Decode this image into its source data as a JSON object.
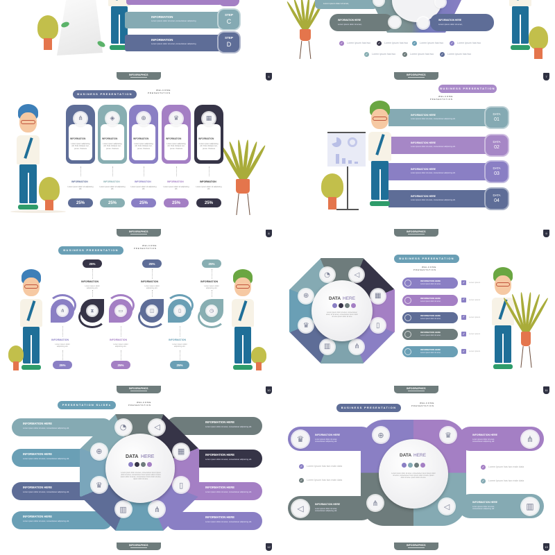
{
  "colors": {
    "slate": "#5e6d97",
    "teal": "#88aeb2",
    "violet": "#8a7fc4",
    "lilac": "#a47fc4",
    "dark": "#363447",
    "gray": "#6e7c7c",
    "blue": "#6a9fb5",
    "footer": "#6e7c7c"
  },
  "common": {
    "footer_tab": "INFOGRAPHICS",
    "business_presentation": "BUSINESS PRESENTATION",
    "presentation_slides": "PRESENTATION SLIDEs",
    "welcome": "W E L C O M E",
    "presentation": "P R E S E N T A T I O N",
    "information": "INFORMATION",
    "information_here": "INFORMATION HERE",
    "data_bold": "DATA",
    "data_light": "HERE"
  },
  "slide6": {
    "page": "6",
    "bars": [
      {
        "label": "INFORMATION",
        "text": "Lorem ipsum dolor sit amet, consectetuer adipiscing",
        "step": "STEP",
        "letter": "C"
      },
      {
        "label": "INFORMATION",
        "text": "Lorem ipsum dolor sit amet, consectetuer adipiscing",
        "step": "STEP",
        "letter": "D"
      }
    ]
  },
  "slide7": {
    "page": "7",
    "top_bar_text": "Lorem ipsum dolor sit amet,",
    "bars": [
      {
        "label": "INFORMATION HERE",
        "text": "Lorem ipsum dolor sit amet,"
      },
      {
        "label": "INFORMATION HERE",
        "text": "Lorem ipsum dolor sit amet,"
      }
    ],
    "checks": [
      "Lorem ipsum has two",
      "Lorem ipsum has two",
      "Lorem ipsum has two",
      "Lorem ipsum has two",
      "Lorem ipsum has two",
      "Lorem ipsum has two",
      "Lorem ipsum has two"
    ]
  },
  "slide8": {
    "page": "8",
    "cards": [
      {
        "icon": "org-chart",
        "glyph": "⋔",
        "title": "INFORMATION",
        "text": "Lorem ipsum adipiscing elit. Duis tristique nec, purus. Vivamus",
        "label": "INFORMATION",
        "sub": "Lorem ipsum dolor sit adipiscing elit.",
        "value": "25%"
      },
      {
        "icon": "box",
        "glyph": "◈",
        "title": "INFORMATION",
        "text": "Lorem ipsum adipiscing elit. Duis tristique nec, purus. Vivamus",
        "label": "INFORMATION",
        "sub": "Lorem ipsum dolor sit adipiscing elit.",
        "value": "25%"
      },
      {
        "icon": "globe",
        "glyph": "⊕",
        "title": "INFORMATION",
        "text": "Lorem ipsum adipiscing elit. Duis tristique nec, purus. Vivamus",
        "label": "INFORMATION",
        "sub": "Lorem ipsum dolor sit adipiscing elit.",
        "value": "25%"
      },
      {
        "icon": "trophy",
        "glyph": "♛",
        "title": "INFORMATION",
        "text": "Lorem ipsum adipiscing elit. Duis tristique nec, purus. Vivamus",
        "label": "INFORMATION",
        "sub": "Lorem ipsum dolor sit adipiscing elit.",
        "value": "25%"
      },
      {
        "icon": "calculator",
        "glyph": "▦",
        "title": "INFORMATION",
        "text": "Lorem ipsum adipiscing elit. Duis tristique nec, purus. Vivamus",
        "label": "INFORMATION",
        "sub": "Lorem ipsum dolor sit adipiscing elit.",
        "value": "25%"
      }
    ]
  },
  "slide9": {
    "page": "9",
    "rows": [
      {
        "label": "INFORMATION HERE",
        "text": "Lorem ipsum dolor sit amet, consectetuer adipiscing elit.",
        "data": "DATA",
        "num": "01"
      },
      {
        "label": "INFORMATION HERE",
        "text": "Lorem ipsum dolor sit amet, consectetuer adipiscing elit.",
        "data": "DATA",
        "num": "02"
      },
      {
        "label": "INFORMATION HERE",
        "text": "Lorem ipsum dolor sit amet, consectetuer adipiscing elit.",
        "data": "DATA",
        "num": "03"
      },
      {
        "label": "INFORMATION HERE",
        "text": "Lorem ipsum dolor sit amet, consectetuer adipiscing elit.",
        "data": "DATA",
        "num": "04"
      }
    ]
  },
  "slide10": {
    "page": "10",
    "steps": [
      {
        "icon": "org-chart",
        "glyph": "⋔",
        "label": "INFORMATION",
        "text": "Lorem ipsum dolor adipiscing elit.",
        "value": "25%"
      },
      {
        "icon": "hourglass",
        "glyph": "⧗",
        "label": "INFORMATION",
        "text": "Lorem ipsum dolor adipiscing elit.",
        "value": "25%"
      },
      {
        "icon": "presentation",
        "glyph": "▭",
        "label": "INFORMATION",
        "text": "Lorem ipsum dolor adipiscing elit.",
        "value": "25%"
      },
      {
        "icon": "briefcase",
        "glyph": "◫",
        "label": "INFORMATION",
        "text": "Lorem ipsum dolor adipiscing elit.",
        "value": "25%"
      },
      {
        "icon": "cup",
        "glyph": "▯",
        "label": "INFORMATION",
        "text": "Lorem ipsum dolor adipiscing elit.",
        "value": "25%"
      },
      {
        "icon": "clock",
        "glyph": "◷",
        "label": "INFORMATION",
        "text": "Lorem ipsum dolor adipiscing elit.",
        "value": "25%"
      }
    ]
  },
  "slide11": {
    "page": "11",
    "center_text": "Lorem ipsum dolor sit amet, consectetuer amet, sit sit amet, consectetuer lorem dolor sit ame ipsum dolor sit ame",
    "icons": [
      {
        "icon": "pie-chart",
        "glyph": "◔"
      },
      {
        "icon": "megaphone",
        "glyph": "◁"
      },
      {
        "icon": "calendar",
        "glyph": "▦"
      },
      {
        "icon": "tablet",
        "glyph": "▯"
      },
      {
        "icon": "org-chart",
        "glyph": "⋔"
      },
      {
        "icon": "bar-chart",
        "glyph": "▥"
      },
      {
        "icon": "trophy",
        "glyph": "♛"
      },
      {
        "icon": "globe",
        "glyph": "⊕"
      }
    ],
    "rows": [
      {
        "label": "INFORMATION HERE",
        "text": "Lorem ipsum dolor sit amet,",
        "check": "Lorem ipsum"
      },
      {
        "label": "INFORMATION HERE",
        "text": "Lorem ipsum dolor sit amet,",
        "check": "Lorem ipsum"
      },
      {
        "label": "INFORMATION HERE",
        "text": "Lorem ipsum dolor sit amet,",
        "check": "Lorem ipsum"
      },
      {
        "label": "INFORMATION HERE",
        "text": "Lorem ipsum dolor sit amet,",
        "check": "Lorem ipsum"
      },
      {
        "label": "INFORMATION HERE",
        "text": "Lorem ipsum dolor sit amet,",
        "check": "Lorem ipsum"
      }
    ]
  },
  "slide12": {
    "page": "12",
    "center_text": "Lorem ipsum dolor sit amet, consectetuer lorem ipsum dolor sit amet, consectetuer lorem ipsum dolor sit ame ipsum dolor sit amet, consectetuer lorem dolor sit ame, ipsum dolor sit ame.",
    "bars": [
      {
        "label": "INFORMATION HERE",
        "text": "Lorem ipsum dolor sit amet, consectetuer adipiscing elit."
      },
      {
        "label": "INFORMATION HERE",
        "text": "Lorem ipsum dolor sit amet, consectetuer adipiscing elit."
      },
      {
        "label": "INFORMATION HERE",
        "text": "Lorem ipsum dolor sit amet, consectetuer adipiscing elit."
      },
      {
        "label": "INFORMATION HERE",
        "text": "Lorem ipsum dolor sit amet, consectetuer adipiscing elit."
      },
      {
        "label": "INFORMATION HERE",
        "text": "Lorem ipsum dolor sit amet, consectetuer adipiscing elit."
      },
      {
        "label": "INFORMATION HERE",
        "text": "Lorem ipsum dolor sit amet, consectetuer adipiscing elit."
      },
      {
        "label": "INFORMATION HERE",
        "text": "Lorem ipsum dolor sit amet, consectetuer adipiscing elit."
      },
      {
        "label": "INFORMATION HERE",
        "text": "Lorem ipsum dolor sit amet, consectetuer adipiscing elit."
      }
    ]
  },
  "slide13": {
    "page": "13",
    "center_text": "Lorem ipsum dolor sit amet, consectetuer lorem ipsum dolor sit amet, consectetuer lorem ipsum dolor sit ame. Ipsum dolor sit ame. ipsum dolor sit ame.",
    "bars": [
      {
        "icon": "trophy",
        "glyph": "♛",
        "label": "INFORMATION HERE",
        "text": "Lorem ipsum dolor sit amet, consectetuer adipiscing elit."
      },
      {
        "icon": "megaphone",
        "glyph": "◁",
        "label": "INFORMATION HERE",
        "text": "Lorem ipsum dolor sit amet, consectetuer adipiscing elit."
      },
      {
        "icon": "org-chart",
        "glyph": "⋔",
        "label": "INFORMATION HERE",
        "text": "Lorem ipsum dolor sit amet, consectetuer adipiscing elit."
      },
      {
        "icon": "bar-chart",
        "glyph": "▥",
        "label": "INFORMATION HERE",
        "text": "Lorem ipsum dolor sit amet, consectetuer adipiscing elit."
      }
    ],
    "checks": [
      "Lorem Ipsum has two main data",
      "Lorem Ipsum has two main data",
      "Lorem Ipsum has two main data",
      "Lorem Ipsum has two main data"
    ]
  }
}
